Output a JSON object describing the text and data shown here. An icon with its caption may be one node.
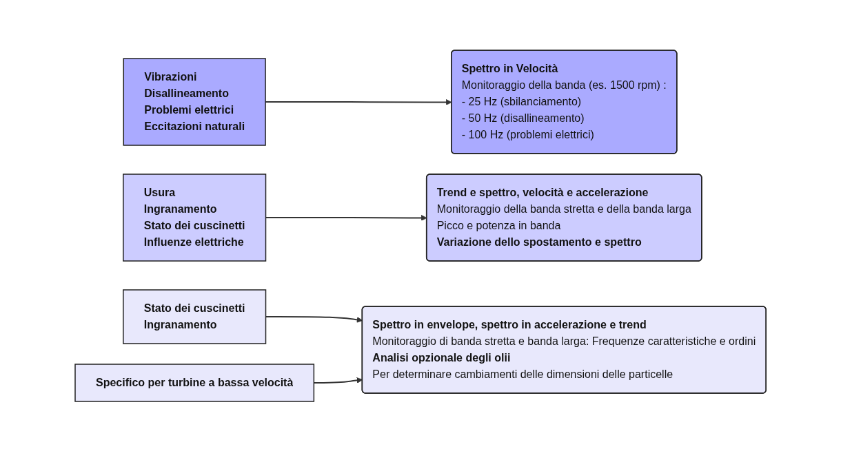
{
  "diagram": {
    "nodes": [
      {
        "text": [
          "Vibrazioni",
          "Disallineamento",
          "Problemi elettrici",
          "Eccitazioni naturali"
        ]
      },
      {
        "text": [
          "Spettro in Velocità",
          "Monitoraggio della banda (es. 1500 rpm) :",
          "- 25 Hz (sbilanciamento)",
          "- 50 Hz (disallineamento)",
          "- 100 Hz (problemi elettrici)"
        ]
      },
      {
        "text": [
          "Usura",
          "Ingranamento",
          "Stato dei cuscinetti",
          "Influenze elettriche"
        ]
      },
      {
        "text": [
          "Trend e spettro, velocità e accelerazione",
          "Monitoraggio della banda stretta e della banda larga",
          "Picco e potenza in banda",
          "Variazione dello spostamento e spettro"
        ]
      },
      {
        "text": [
          "Stato dei cuscinetti",
          "Ingranamento"
        ]
      },
      {
        "text": [
          "Spettro in envelope, spettro in accelerazione e trend",
          "Monitoraggio di banda stretta e banda larga: Frequenze caratteristiche e ordini",
          "Analisi opzionale degli olii",
          "Per determinare cambiamenti delle dimensioni delle particelle"
        ]
      },
      {
        "text": [
          "Specifico per turbine a bassa velocità"
        ]
      }
    ],
    "edges": [
      {
        "from": 0,
        "to": 1,
        "arrow": "to"
      },
      {
        "from": 2,
        "to": 3,
        "arrow": "to"
      },
      {
        "from": 4,
        "to": 5,
        "arrow": "to"
      },
      {
        "from": 6,
        "to": 5,
        "arrow": "to"
      }
    ]
  }
}
